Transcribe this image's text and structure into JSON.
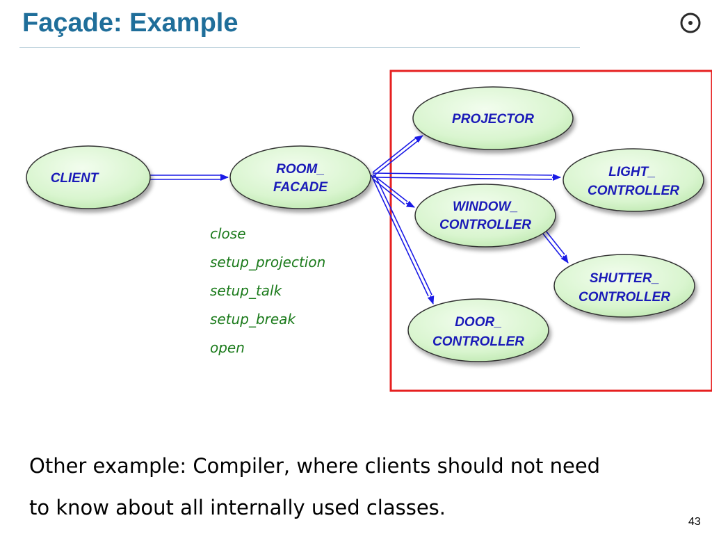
{
  "slide": {
    "title": "Façade: Example",
    "page_number": "43",
    "bottom_line1": "Other example: Compiler, where clients should not need",
    "bottom_line2": "to know about all internally used classes."
  },
  "diagram": {
    "nodes": {
      "client": [
        "CLIENT"
      ],
      "facade": [
        "ROOM_",
        "FACADE"
      ],
      "projector": [
        "PROJECTOR"
      ],
      "light": [
        "LIGHT_",
        "CONTROLLER"
      ],
      "window": [
        "WINDOW_",
        "CONTROLLER"
      ],
      "shutter": [
        "SHUTTER_",
        "CONTROLLER"
      ],
      "door": [
        "DOOR_",
        "CONTROLLER"
      ]
    },
    "operations": [
      "close",
      "setup_projection",
      "setup_talk",
      "setup_break",
      "open"
    ],
    "colors": {
      "node_fill": "#d9f5cf",
      "node_label": "#1a1ab8",
      "arrow": "#1a1ae6",
      "subsystem_box": "#e62020",
      "operations_text": "#1a7a1a",
      "title": "#1f6e9a"
    }
  }
}
